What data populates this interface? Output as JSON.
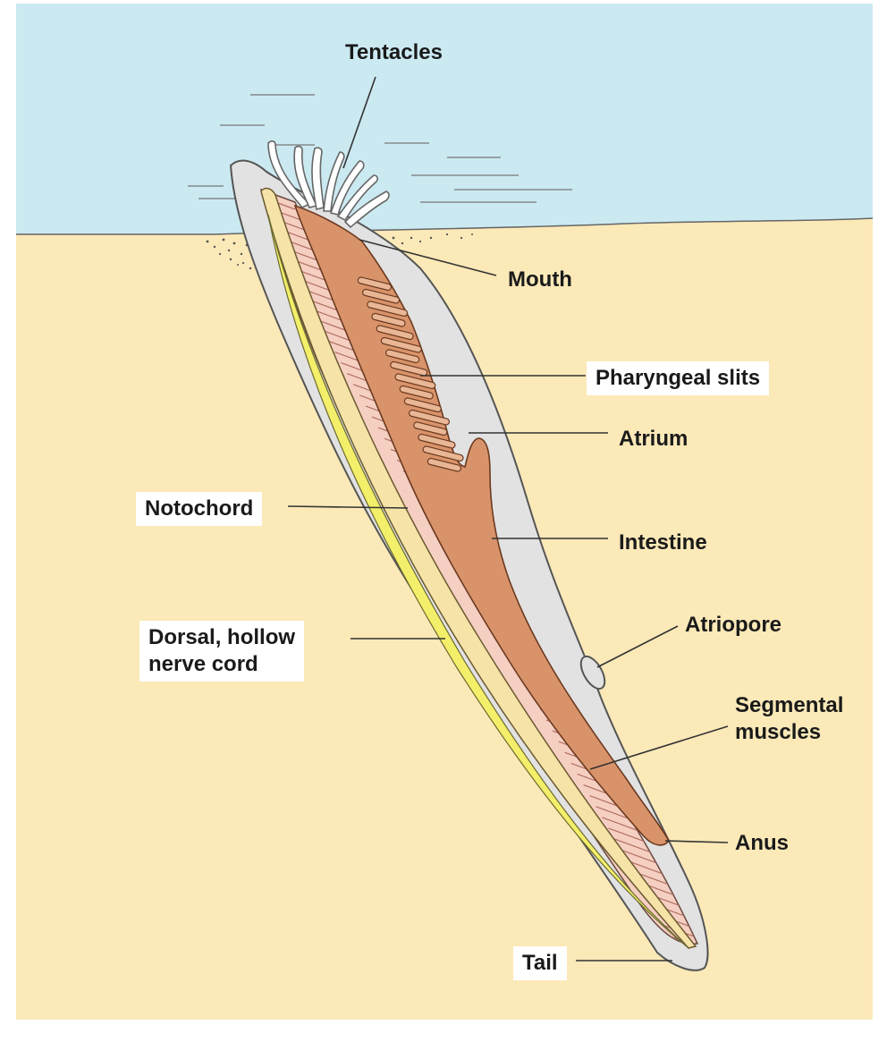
{
  "labels": {
    "tentacles": "Tentacles",
    "mouth": "Mouth",
    "pharyngeal_slits": "Pharyngeal slits",
    "atrium": "Atrium",
    "notochord": "Notochord",
    "intestine": "Intestine",
    "nerve_cord_line1": "Dorsal, hollow",
    "nerve_cord_line2": "nerve cord",
    "atriopore": "Atriopore",
    "segmental_muscles_line1": "Segmental",
    "segmental_muscles_line2": "muscles",
    "anus": "Anus",
    "tail": "Tail"
  },
  "colors": {
    "water": "#cbe9f1",
    "sand": "#fbe9b8",
    "body_outline": "#e2e2e2",
    "gut": "#d9936a",
    "muscle": "#f6cfc3",
    "notochord": "#f5e3a8",
    "nerve_cord": "#f4ef6a",
    "leader_line": "#333333"
  }
}
